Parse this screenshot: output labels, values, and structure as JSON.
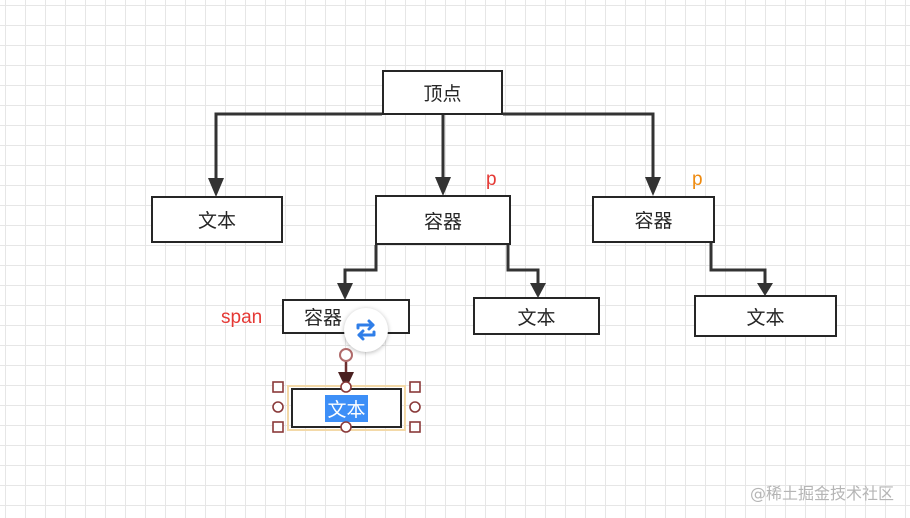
{
  "nodes": {
    "root": "顶点",
    "text_left": "文本",
    "container_mid": "容器",
    "container_right": "容器",
    "container_span": "容器",
    "text_mid": "文本",
    "text_right": "文本",
    "text_selected": "文本"
  },
  "tags": {
    "p_mid": "p",
    "p_right": "p",
    "span": "span"
  },
  "colors": {
    "tag_red": "#e53935",
    "tag_orange": "#ee8a0f",
    "selection_fill": "#3d8ff7",
    "handle": "#8a3a3a"
  },
  "watermark": "@稀土掘金技术社区"
}
